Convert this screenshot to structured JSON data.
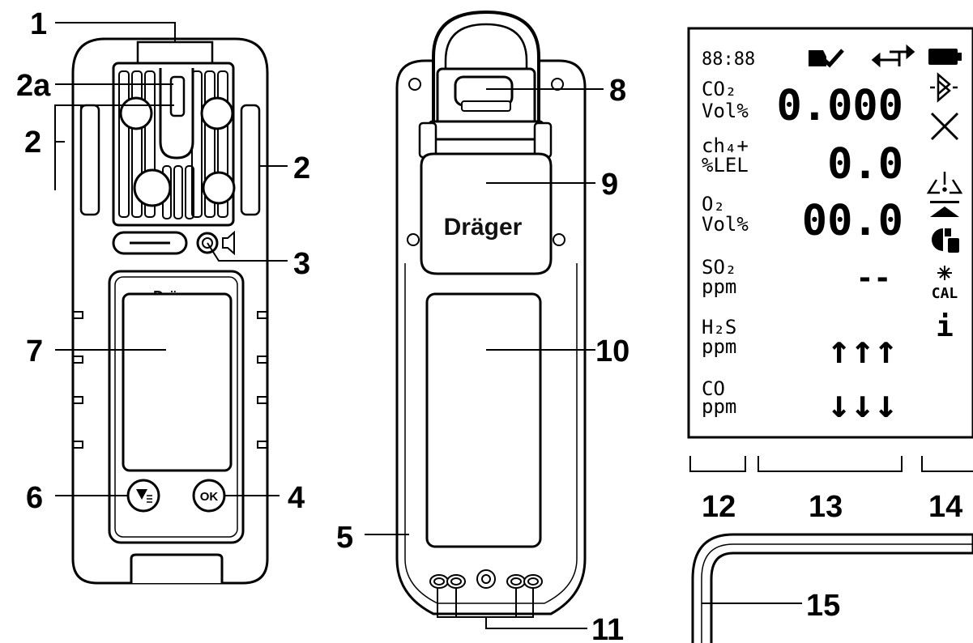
{
  "callouts": {
    "c1": "1",
    "c2a": "2a",
    "c2_left": "2",
    "c2_right": "2",
    "c3": "3",
    "c4": "4",
    "c5": "5",
    "c6": "6",
    "c7": "7",
    "c8": "8",
    "c9": "9",
    "c10": "10",
    "c11": "11",
    "c12": "12",
    "c13": "13",
    "c14": "14",
    "c15": "15"
  },
  "brand": {
    "front": "Dräger",
    "back": "Dräger"
  },
  "buttons": {
    "ok_label": "OK"
  },
  "display": {
    "clock": "88:88",
    "rows": [
      {
        "gas": "CO₂",
        "unit": "Vol%",
        "value": "0.000"
      },
      {
        "gas": "ch₄+",
        "unit": "%LEL",
        "value": "0.0"
      },
      {
        "gas": "O₂",
        "unit": "Vol%",
        "value": "00.0"
      },
      {
        "gas": "SO₂",
        "unit": "ppm",
        "value": "--"
      },
      {
        "gas": "H₂S",
        "unit": "ppm",
        "value": "↑↑↑"
      },
      {
        "gas": "CO",
        "unit": "ppm",
        "value": "↓↓↓"
      }
    ],
    "cal_label": "CAL",
    "info_label": "i",
    "icons": [
      "bump-check-icon",
      "transfer-arrows-icon",
      "battery-icon",
      "bluetooth-icon",
      "alarm-x-icon",
      "warning-icon",
      "peak-icon",
      "gas-bottle-icon",
      "calibration-icon",
      "info-icon"
    ]
  }
}
